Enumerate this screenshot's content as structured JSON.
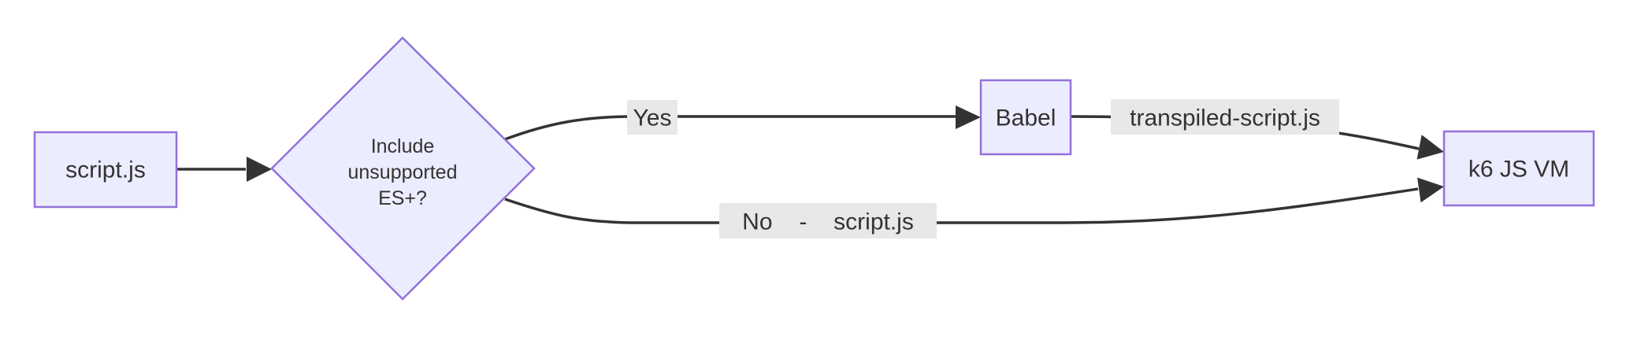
{
  "diagram": {
    "type": "flowchart",
    "direction": "left-to-right",
    "colors": {
      "node_fill": "#ECECFF",
      "node_border": "#9370DB",
      "edge_color": "#333333",
      "label_bg": "#e8e8e8",
      "text_color": "#333333",
      "background": "#ffffff"
    },
    "nodes": [
      {
        "id": "script",
        "shape": "rectangle",
        "label": "script.js"
      },
      {
        "id": "decision",
        "shape": "diamond",
        "label": "Include unsupported ES+?",
        "lines": [
          "Include",
          "unsupported",
          "ES+?"
        ]
      },
      {
        "id": "babel",
        "shape": "rectangle",
        "label": "Babel"
      },
      {
        "id": "k6vm",
        "shape": "rectangle",
        "label": "k6 JS VM"
      }
    ],
    "edges": [
      {
        "from": "script",
        "to": "decision",
        "label": ""
      },
      {
        "from": "decision",
        "to": "babel",
        "label": "Yes"
      },
      {
        "from": "babel",
        "to": "k6vm",
        "label": "transpiled-script.js"
      },
      {
        "from": "decision",
        "to": "k6vm",
        "label": "No - script.js"
      }
    ]
  }
}
